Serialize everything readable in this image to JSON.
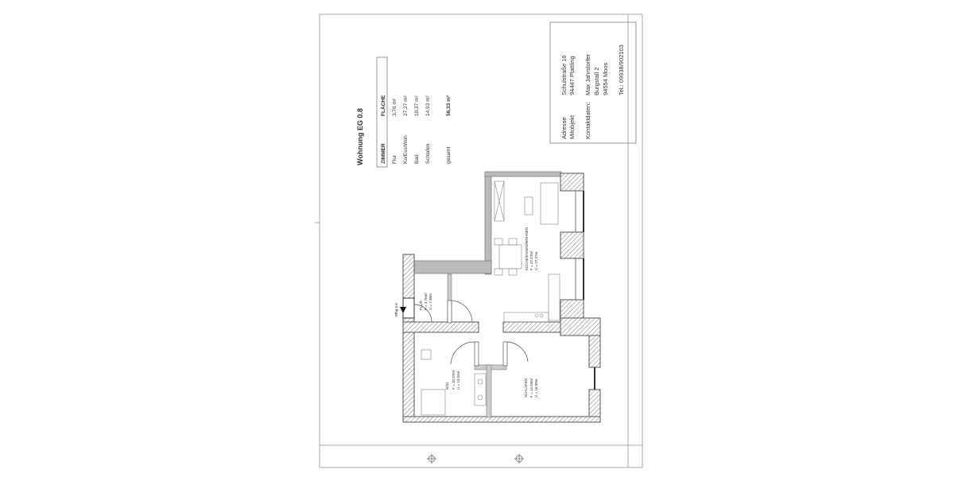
{
  "title": "Wohnung EG 0.8",
  "table": {
    "headers": [
      "ZIMMER",
      "FLÄCHE"
    ],
    "rows": [
      {
        "room": "Flur",
        "area": "3,76 m²"
      },
      {
        "room": "Ko/Ess/Woh",
        "area": "27,27 m²"
      },
      {
        "room": "Bad",
        "area": "10,37 m²"
      },
      {
        "room": "Schlafen",
        "area": "14,93 m²"
      }
    ],
    "total_label": "gesamt",
    "total_area": "56,33 m²"
  },
  "info": {
    "address_label": "Adresse",
    "address_line1": "Schulstraße 16",
    "address_line2": "94447 Plattling",
    "property_label": "Mitobjekt",
    "contact_label": "Kontaktdaten:",
    "contact_name": "Max Jahrstorfer",
    "contact_street": "Burgstall 2",
    "contact_city": "94554 Moos",
    "phone": "Tel.: 09938/902103"
  },
  "plan": {
    "entrance": "Whg 0.8",
    "rooms": [
      {
        "name": "KÜCHE/ESSEN/WOHNEN",
        "f": "F = 27.27m²",
        "u": "U = 27.27m"
      },
      {
        "name": "FLUR",
        "f": "F = 3.76m²",
        "u": "U = 7.90m"
      },
      {
        "name": "BAD",
        "f": "F = 10.37m²",
        "u": "U = 13.54m"
      },
      {
        "name": "SCHLAFEN",
        "f": "F = 14.93m²",
        "u": "U = 16.00m"
      }
    ]
  }
}
